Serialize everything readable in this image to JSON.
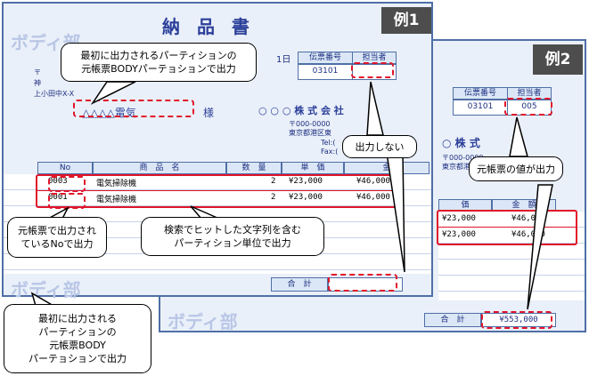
{
  "example1": {
    "tag": "例1",
    "title": "納 品 書",
    "body_ghost": "ボディ部",
    "date_fragment": "1日",
    "postal_left": "〒",
    "addr_left_1": "神",
    "addr_left_2": "上小田中X-X",
    "customer": "△△△△電気",
    "honorific": "様",
    "slip_no_label": "伝票番号",
    "slip_no_value": "03101",
    "person_label": "担当者",
    "person_value": "",
    "company": "○ ○ ○ 株 式 会 社",
    "company_postal": "〒000-0000",
    "company_addr": "東京都港区東",
    "company_tel": "Tel:(",
    "company_fax": "Fax:(",
    "table_headers": [
      "No",
      "商　品　名",
      "数　量",
      "単　価",
      "金"
    ],
    "rows": [
      {
        "no": "0003",
        "name": "電気掃除機",
        "qty": "2",
        "price": "¥23,000",
        "amount": "¥46,000"
      },
      {
        "no": "0001",
        "name": "電気掃除機",
        "qty": "2",
        "price": "¥23,000",
        "amount": "¥46,000"
      }
    ],
    "total_label": "合　計",
    "footer_ghost": "ボディ部"
  },
  "example2": {
    "tag": "例2",
    "slip_no_label": "伝票番号",
    "slip_no_value": "03101",
    "person_label": "担当者",
    "person_value": "005",
    "company_fragment": "○ 株 式",
    "postal": "〒000-0000",
    "addr": "東京都港区",
    "header_price": "価",
    "header_amount": "金　額",
    "rows": [
      {
        "price": "¥23,000",
        "amount": "¥46,000"
      },
      {
        "price": "¥23,000",
        "amount": "¥46,000"
      }
    ],
    "total_label": "合　計",
    "total_value": "¥553,000",
    "footer_ghost": "ボディ部"
  },
  "callouts": {
    "top": "最初に出力されるパーティションの\n元帳票BODYパーテョションで出力",
    "no_output": "出力しない",
    "value_output": "元帳票の値が出力",
    "left_no": "元帳票で出力され\nているNoで出力",
    "partition": "検索でヒットした文字列を含む\nパーティション単位で出力",
    "bottom": "最初に出力される\nパーティションの\n元帳票BODY\nパーテョションで出力"
  }
}
